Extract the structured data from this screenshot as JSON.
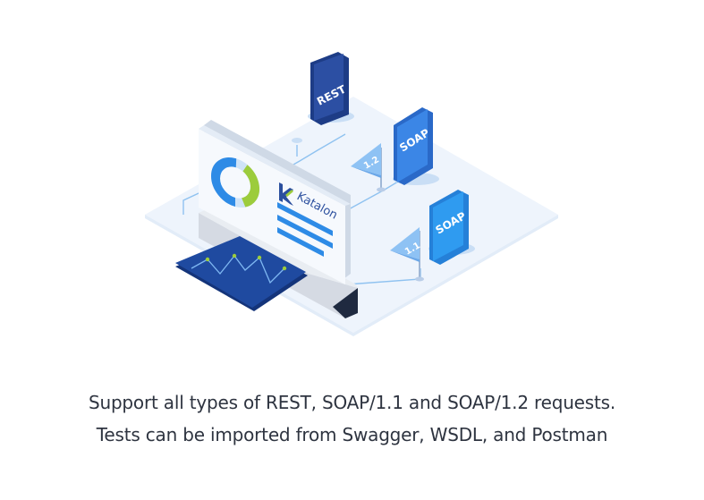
{
  "illustration": {
    "brand": "Katalon",
    "flags": {
      "rest": "REST",
      "soap_a": "SOAP",
      "soap_b": "SOAP",
      "version_a": "1.2",
      "version_b": "1.1"
    }
  },
  "caption": {
    "line1": "Support all types of REST, SOAP/1.1 and SOAP/1.2 requests.",
    "line2": "Tests can be imported from Swagger, WSDL, and Postman"
  },
  "colors": {
    "rest_flag": "#2c4fa3",
    "soap_flag": "#3b86e6",
    "soap_flag_light": "#2f9bf0",
    "pennant": "#7fb8f2",
    "donut_green": "#9ccc3c",
    "donut_blue": "#2e8be6",
    "board": "#1f4aa0",
    "text": "#2e3440"
  }
}
